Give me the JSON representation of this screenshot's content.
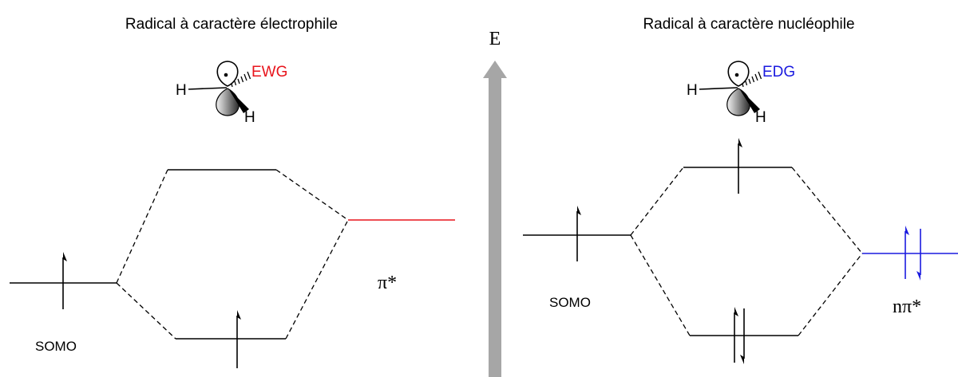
{
  "left_panel": {
    "title": "Radical à caractère électrophile",
    "substituent": "EWG",
    "h_left": "H",
    "h_bottom": "H",
    "somo_label": "SOMO",
    "partner_label": "π*"
  },
  "right_panel": {
    "title": "Radical à caractère nucléophile",
    "substituent": "EDG",
    "h_left": "H",
    "h_bottom": "H",
    "somo_label": "SOMO",
    "partner_label": "nπ*"
  },
  "energy_axis": {
    "label": "E"
  },
  "colors": {
    "ewg": "#e8141c",
    "edg": "#1a1adf",
    "axis_arrow": "#a6a6a6",
    "line": "#000000"
  }
}
